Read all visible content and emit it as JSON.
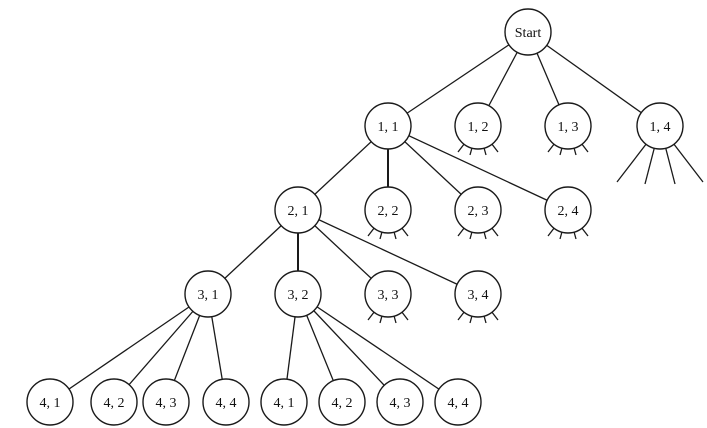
{
  "tree": {
    "root": {
      "label": "Start"
    },
    "level1": [
      {
        "label": "1, 1"
      },
      {
        "label": "1, 2"
      },
      {
        "label": "1, 3"
      },
      {
        "label": "1, 4"
      }
    ],
    "level2": [
      {
        "label": "2, 1"
      },
      {
        "label": "2, 2"
      },
      {
        "label": "2, 3"
      },
      {
        "label": "2, 4"
      }
    ],
    "level3": [
      {
        "label": "3, 1"
      },
      {
        "label": "3, 2"
      },
      {
        "label": "3, 3"
      },
      {
        "label": "3, 4"
      }
    ],
    "level4_left": [
      {
        "label": "4, 1"
      },
      {
        "label": "4, 2"
      },
      {
        "label": "4, 3"
      },
      {
        "label": "4, 4"
      }
    ],
    "level4_right": [
      {
        "label": "4, 1"
      },
      {
        "label": "4, 2"
      },
      {
        "label": "4, 3"
      },
      {
        "label": "4, 4"
      }
    ]
  }
}
